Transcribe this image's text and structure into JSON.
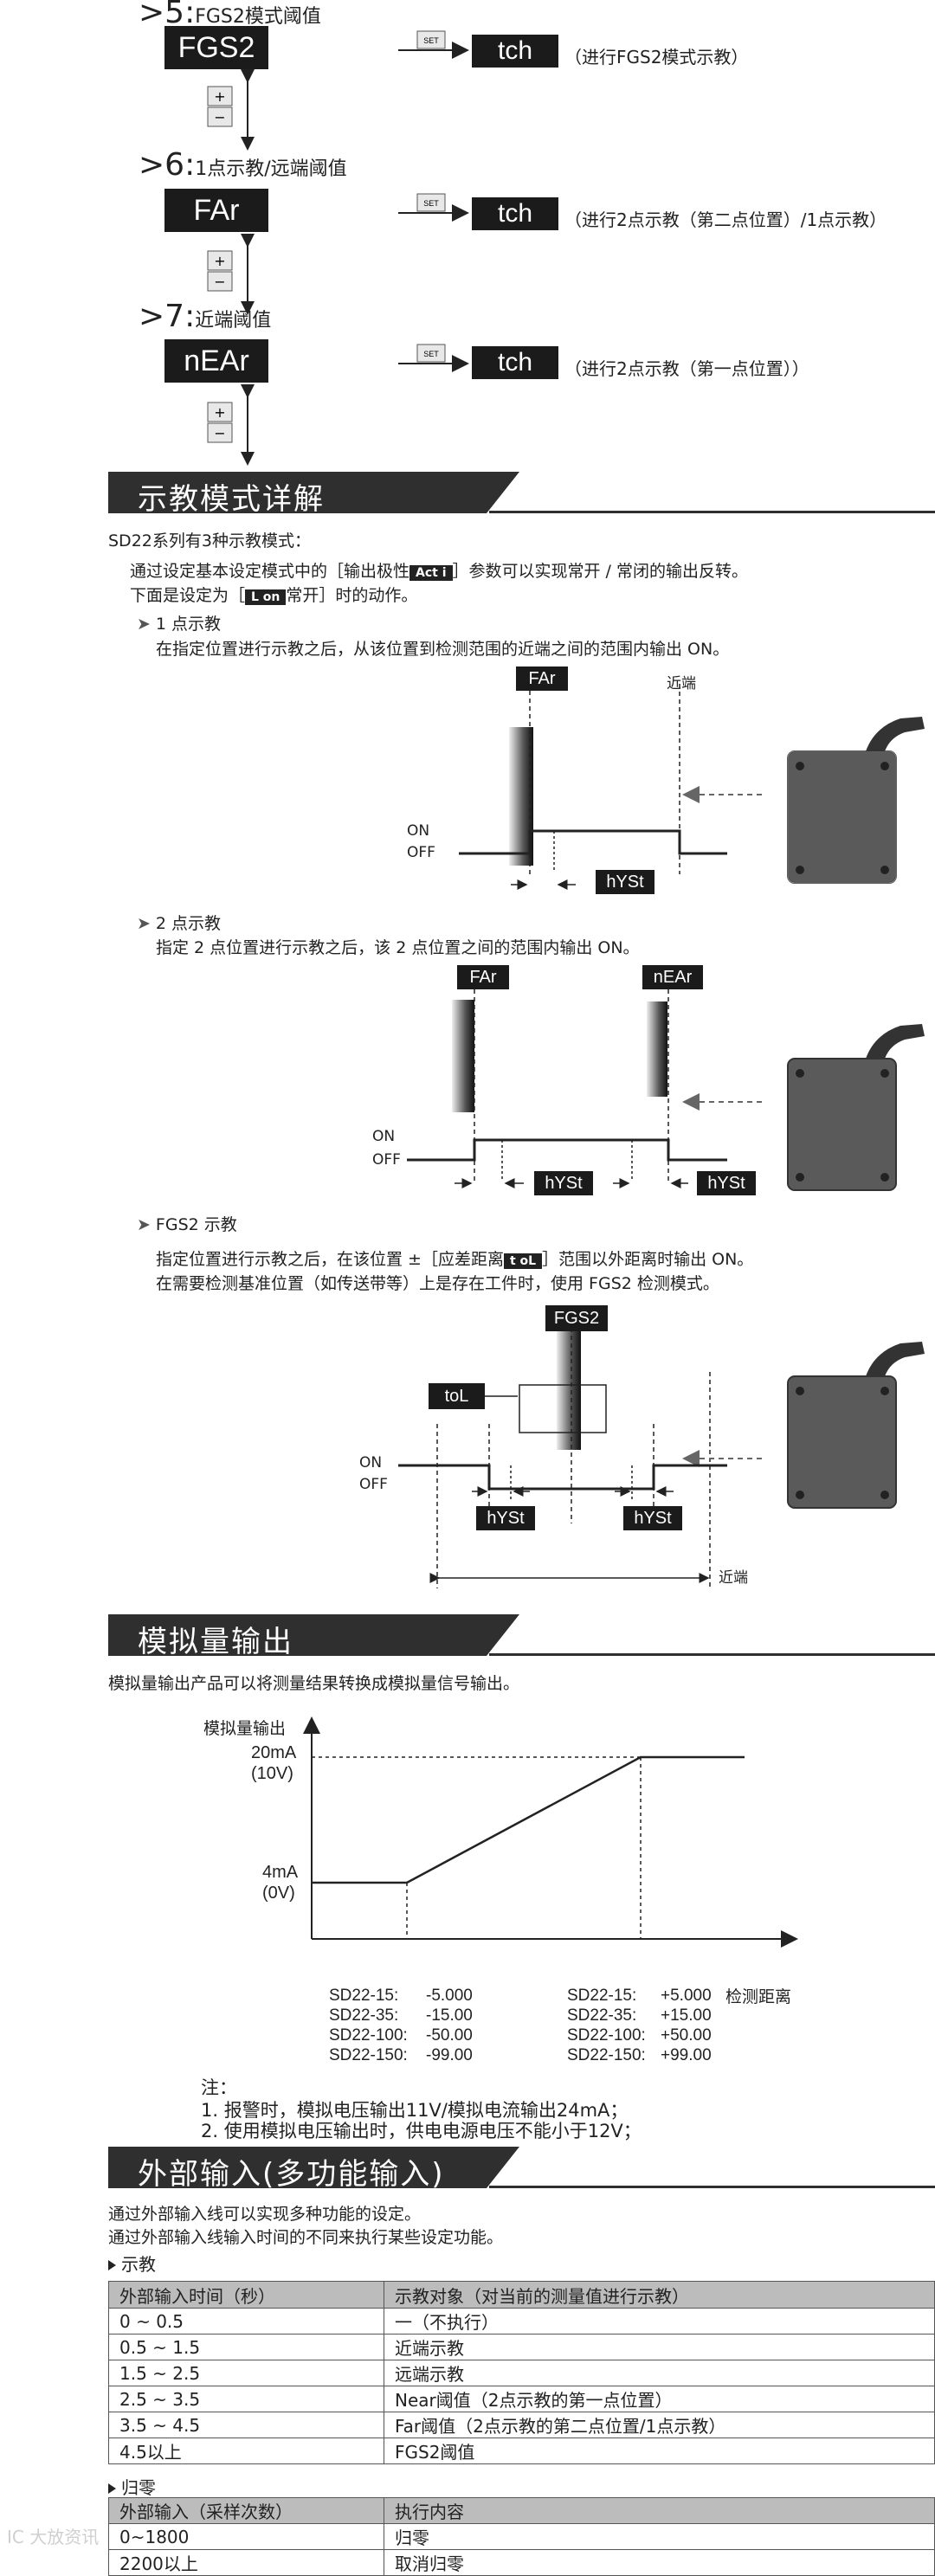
{
  "steps": [
    {
      "num": "5",
      "label": "FGS2模式阈值",
      "display": "FGS2",
      "result": "tch",
      "desc": "（进行FGS2模式示教）"
    },
    {
      "num": "6",
      "label": "1点示教/远端阈值",
      "display": "FAr",
      "result": "tch",
      "desc": "（进行2点示教（第二点位置）/1点示教）"
    },
    {
      "num": "7",
      "label": "近端阈值",
      "display": "nEAr",
      "result": "tch",
      "desc": "（进行2点示教（第一点位置））"
    }
  ],
  "set_key": "SET",
  "teach_section": {
    "title": "示教模式详解",
    "intro": "SD22系列有3种示教模式：",
    "para1_pre": "通过设定基本设定模式中的［输出极性",
    "para1_tag": "Act i",
    "para1_post": "］参数可以实现常开 / 常闭的输出反转。",
    "para2_pre": "下面是设定为［",
    "para2_tag": "L on",
    "para2_post": "常开］时的动作。",
    "mode1_title": "1 点示教",
    "mode1_desc": "在指定位置进行示教之后，从该位置到检测范围的近端之间的范围内输出 ON。",
    "mode2_title": "2 点示教",
    "mode2_desc": "指定 2 点位置进行示教之后，该 2 点位置之间的范围内输出 ON。",
    "mode3_title": "FGS2 示教",
    "mode3_desc1_pre": "指定位置进行示教之后，在该位置 ±［应差距离",
    "mode3_desc1_tag": "t oL",
    "mode3_desc1_post": "］范围以外距离时输出 ON。",
    "mode3_desc2": "在需要检测基准位置（如传送带等）上是存在工件时，使用 FGS2 检测模式。"
  },
  "diagram_labels": {
    "far": "FAr",
    "near": "nEAr",
    "fgs2": "FGS2",
    "tol": "toL",
    "hyst": "hYSt",
    "on": "ON",
    "off": "OFF",
    "near_end": "近端"
  },
  "analog_section": {
    "title": "模拟量输出",
    "intro": "模拟量输出产品可以将测量结果转换成模拟量信号输出。",
    "y_axis_label": "模拟量输出",
    "x_axis_label": "检测距离",
    "high_label_1": "20mA",
    "high_label_2": "(10V)",
    "low_label_1": "4mA",
    "low_label_2": "(0V)",
    "left_values": [
      {
        "model": "SD22-15:",
        "value": "-5.000"
      },
      {
        "model": "SD22-35:",
        "value": "-15.00"
      },
      {
        "model": "SD22-100:",
        "value": "-50.00"
      },
      {
        "model": "SD22-150:",
        "value": "-99.00"
      }
    ],
    "right_values": [
      {
        "model": "SD22-15:",
        "value": "+5.000"
      },
      {
        "model": "SD22-35:",
        "value": "+15.00"
      },
      {
        "model": "SD22-100:",
        "value": "+50.00"
      },
      {
        "model": "SD22-150:",
        "value": "+99.00"
      }
    ],
    "notes_title": "注：",
    "note1": "1. 报警时，模拟电压输出11V/模拟电流输出24mA；",
    "note2": "2. 使用模拟电压输出时，供电电源电压不能小于12V；"
  },
  "external_section": {
    "title": "外部输入(多功能输入)",
    "intro1": "通过外部输入线可以实现多种功能的设定。",
    "intro2": "通过外部输入线输入时间的不同来执行某些设定功能。",
    "teach_label": "示教",
    "teach_table": {
      "headers": [
        "外部输入时间（秒）",
        "示教对象（对当前的测量值进行示教）"
      ],
      "rows": [
        [
          "0 ~ 0.5",
          "一（不执行）"
        ],
        [
          "0.5 ~ 1.5",
          "近端示教"
        ],
        [
          "1.5 ~ 2.5",
          "远端示教"
        ],
        [
          "2.5 ~ 3.5",
          "Near阈值（2点示教的第一点位置）"
        ],
        [
          "3.5 ~ 4.5",
          "Far阈值（2点示教的第二点位置/1点示教）"
        ],
        [
          "4.5以上",
          "FGS2阈值"
        ]
      ]
    },
    "zero_label": "归零",
    "zero_table": {
      "headers": [
        "外部输入（采样次数）",
        "执行内容"
      ],
      "rows": [
        [
          "0~1800",
          "归零"
        ],
        [
          "2200以上",
          "取消归零"
        ]
      ]
    }
  },
  "watermark": "IC 大放资讯"
}
